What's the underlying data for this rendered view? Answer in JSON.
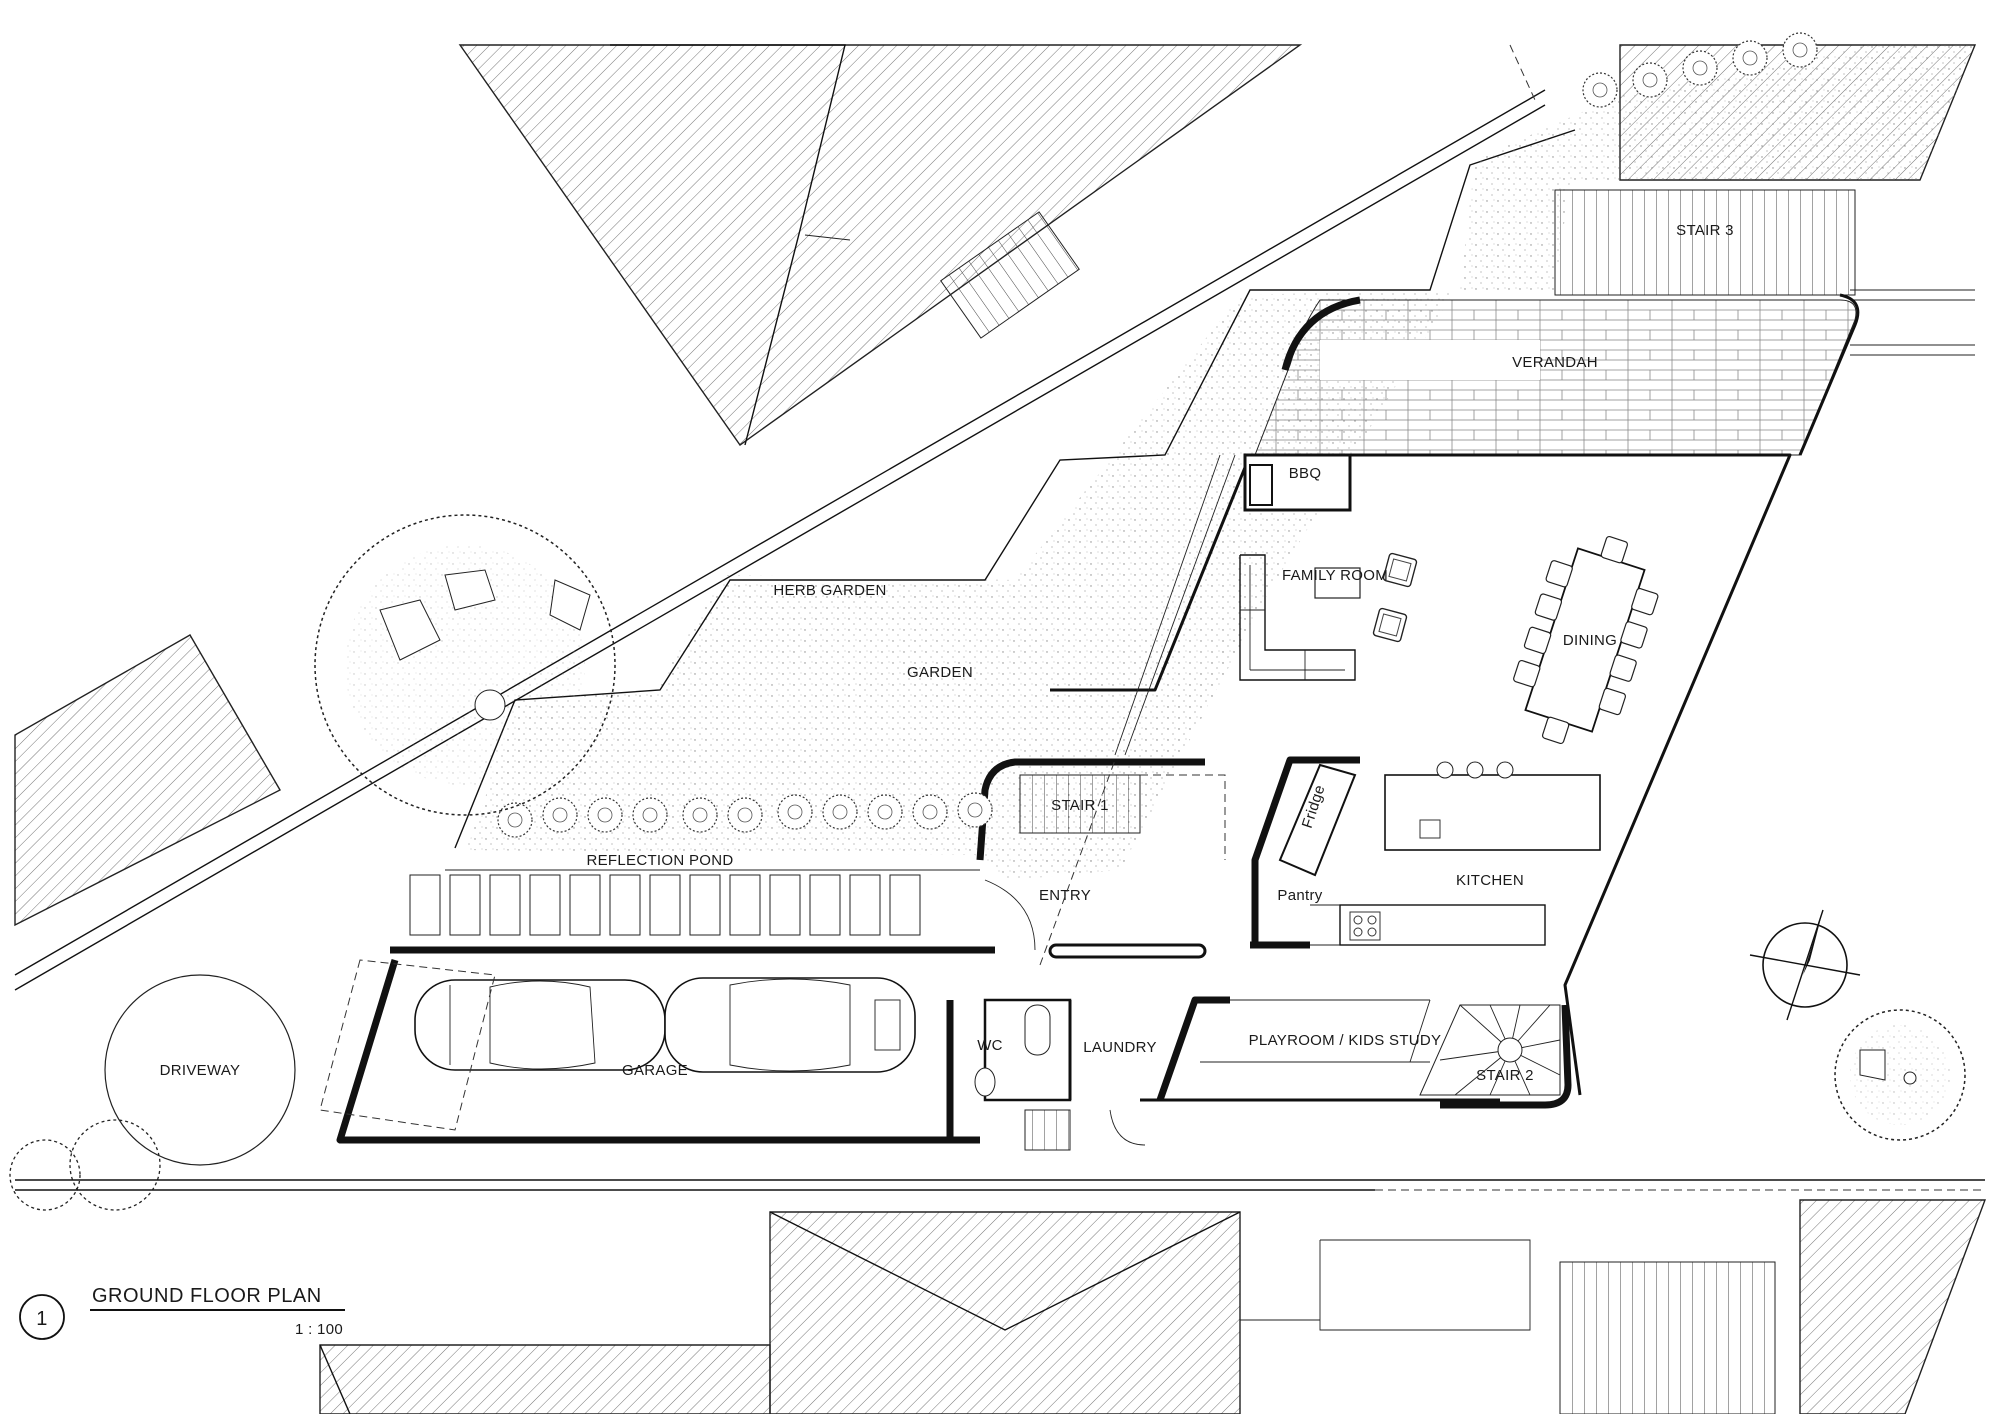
{
  "drawing": {
    "number": "1",
    "title": "GROUND FLOOR PLAN",
    "scale": "1 : 100"
  },
  "rooms": {
    "stair3": "STAIR 3",
    "verandah": "VERANDAH",
    "bbq": "BBQ",
    "family_room": "FAMILY ROOM",
    "dining": "DINING",
    "herb_garden": "HERB GARDEN",
    "garden": "GARDEN",
    "stair1": "STAIR 1",
    "fridge": "Fridge",
    "kitchen": "KITCHEN",
    "pantry": "Pantry",
    "reflection_pond": "REFLECTION POND",
    "entry": "ENTRY",
    "driveway": "DRIVEWAY",
    "garage": "GARAGE",
    "wc": "WC",
    "laundry": "LAUNDRY",
    "playroom": "PLAYROOM / KIDS STUDY",
    "stair2": "STAIR 2"
  },
  "icons": [
    "north-arrow-icon",
    "tree-icon",
    "car-icon",
    "shrub-icon"
  ]
}
